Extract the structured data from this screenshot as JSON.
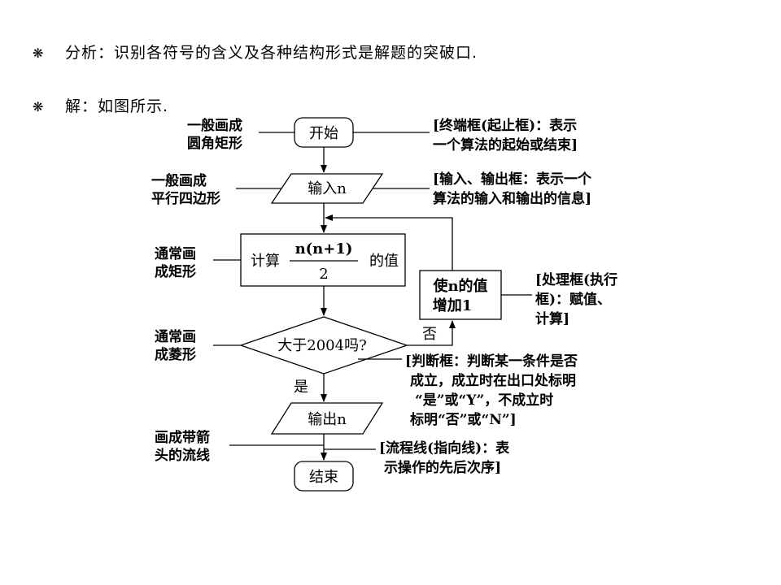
{
  "bullets": [
    {
      "symbol": "❋",
      "text": "分析：识别各符号的含义及各种结构形式是解题的突破口."
    },
    {
      "symbol": "❋",
      "text": "解：如图所示."
    }
  ],
  "flowchart": {
    "nodes": {
      "start": "开始",
      "input": "输入n",
      "compute_prefix": "计算",
      "compute_numerator": "n(n+1)",
      "compute_denominator": "2",
      "compute_suffix": "的值",
      "increment_line1": "使n的值",
      "increment_line2": "增加1",
      "decision": "大于2004吗?",
      "no_label": "否",
      "yes_label": "是",
      "output": "输出n",
      "end": "结束"
    },
    "left_labels": [
      [
        "一般画成",
        "圆角矩形"
      ],
      [
        "一般画成",
        "平行四边形"
      ],
      [
        "通常画",
        "成矩形"
      ],
      [
        "通常画",
        "成菱形"
      ],
      [
        "画成带箭",
        "头的流线"
      ]
    ],
    "annotations": {
      "terminal": [
        "[终端框(起止框)：表示",
        "一个算法的起始或结束]"
      ],
      "io": [
        "[输入、输出框：表示一个",
        "算法的输入和输出的信息]"
      ],
      "process": [
        "[处理框(执行",
        "框)：赋值、",
        "计算]"
      ],
      "decision": [
        "[判断框：判断某一条件是否",
        "成立，成立时在出口处标明",
        "“是”或“Y”，不成立时",
        "标明“否”或“N”]"
      ],
      "flowline": [
        "[流程线(指向线)：表",
        "示操作的先后次序]"
      ]
    }
  }
}
